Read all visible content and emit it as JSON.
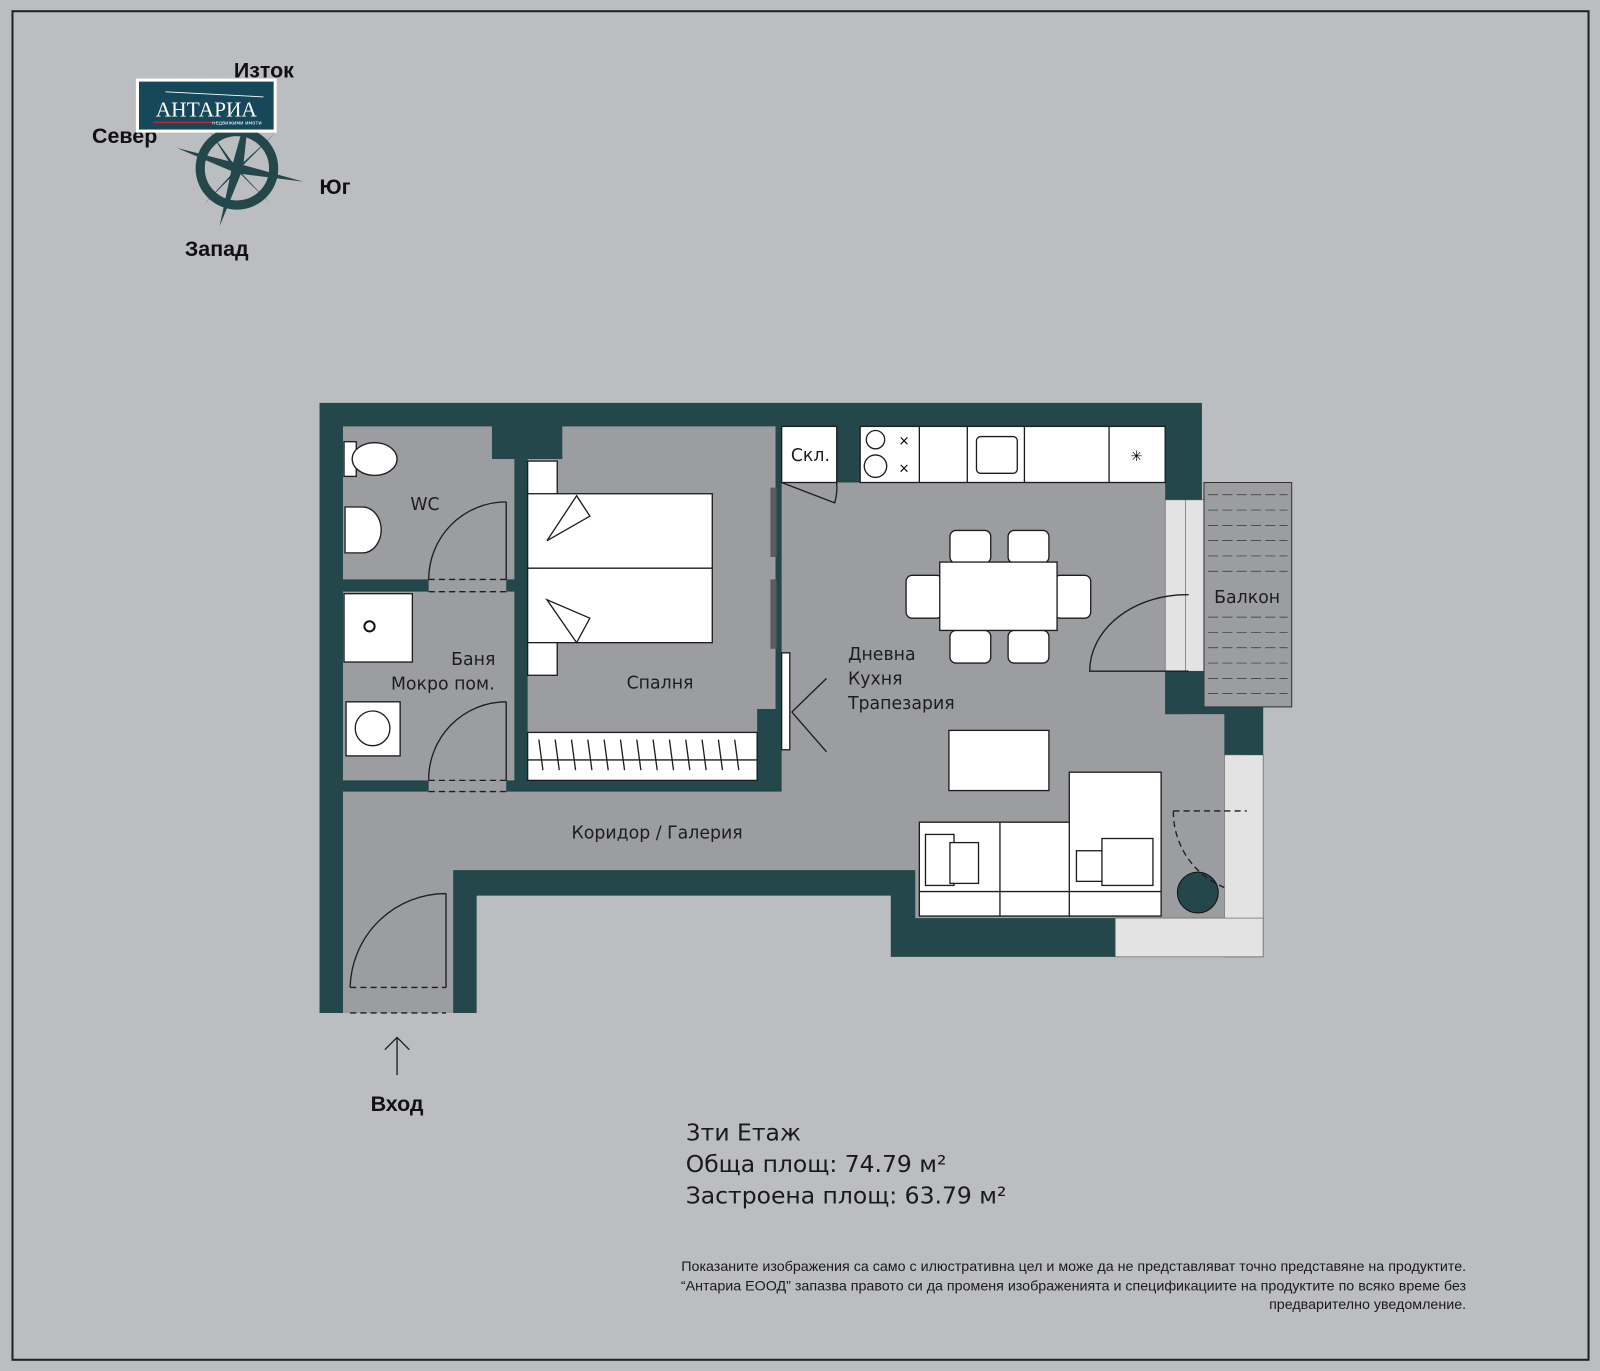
{
  "logo": {
    "name": "АНТАРИА",
    "tagline": "недвижими имоти"
  },
  "compass": {
    "east": "Изток",
    "north": "Север",
    "south": "Юг",
    "west": "Запад"
  },
  "rooms": {
    "wc": "WC",
    "bath_line1": "Баня",
    "bath_line2": "Мокро пом.",
    "bedroom": "Спалня",
    "storage": "Скл.",
    "living_line1": "Дневна",
    "living_line2": "Кухня",
    "living_line3": "Трапезария",
    "balcony": "Балкон",
    "corridor": "Коридор / Галерия"
  },
  "entrance": "Вход",
  "info": {
    "floor": "3ти Етаж",
    "total_area": "Обща площ: 74.79 м²",
    "built_area": "Застроена площ: 63.79 м²"
  },
  "disclaimer": {
    "line1": "Показаните изображения са само с илюстративна цел и може да не представляват точно представяне на продуктите.",
    "line2": "“Антариа ЕООД” запазва правото си да променя изображенията и спецификациите на продуктите по всяко време без",
    "line3": "предварително уведомление."
  },
  "colors": {
    "wall": "#23474a",
    "floor": "#9c9da1",
    "background": "#bcbdc1",
    "logo_bg": "#16485a"
  }
}
